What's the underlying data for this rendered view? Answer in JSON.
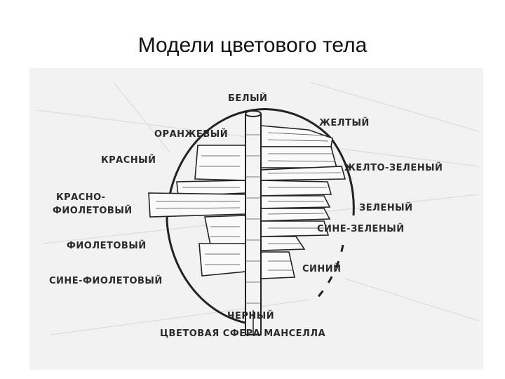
{
  "title": "Модели цветового тела",
  "figure": {
    "caption": "ЦВЕТОВАЯ СФЕРА МАНСЕЛЛА",
    "labels": {
      "white": "БЕЛЫЙ",
      "yellow": "ЖЕЛТЫЙ",
      "orange": "ОРАНЖЕВЫЙ",
      "red": "КРАСНЫЙ",
      "yellow_green": "ЖЕЛТО-ЗЕЛЕНЫЙ",
      "red_violet_1": "КРАСНО-",
      "red_violet_2": "ФИОЛЕТОВЫЙ",
      "green": "ЗЕЛЕНЫЙ",
      "blue_green": "СИНЕ-ЗЕЛЕНЫЙ",
      "violet": "ФИОЛЕТОВЫЙ",
      "blue": "СИНИЙ",
      "blue_violet": "СИНЕ-ФИОЛЕТОВЫЙ",
      "black": "ЧЕРНЫЙ"
    }
  }
}
